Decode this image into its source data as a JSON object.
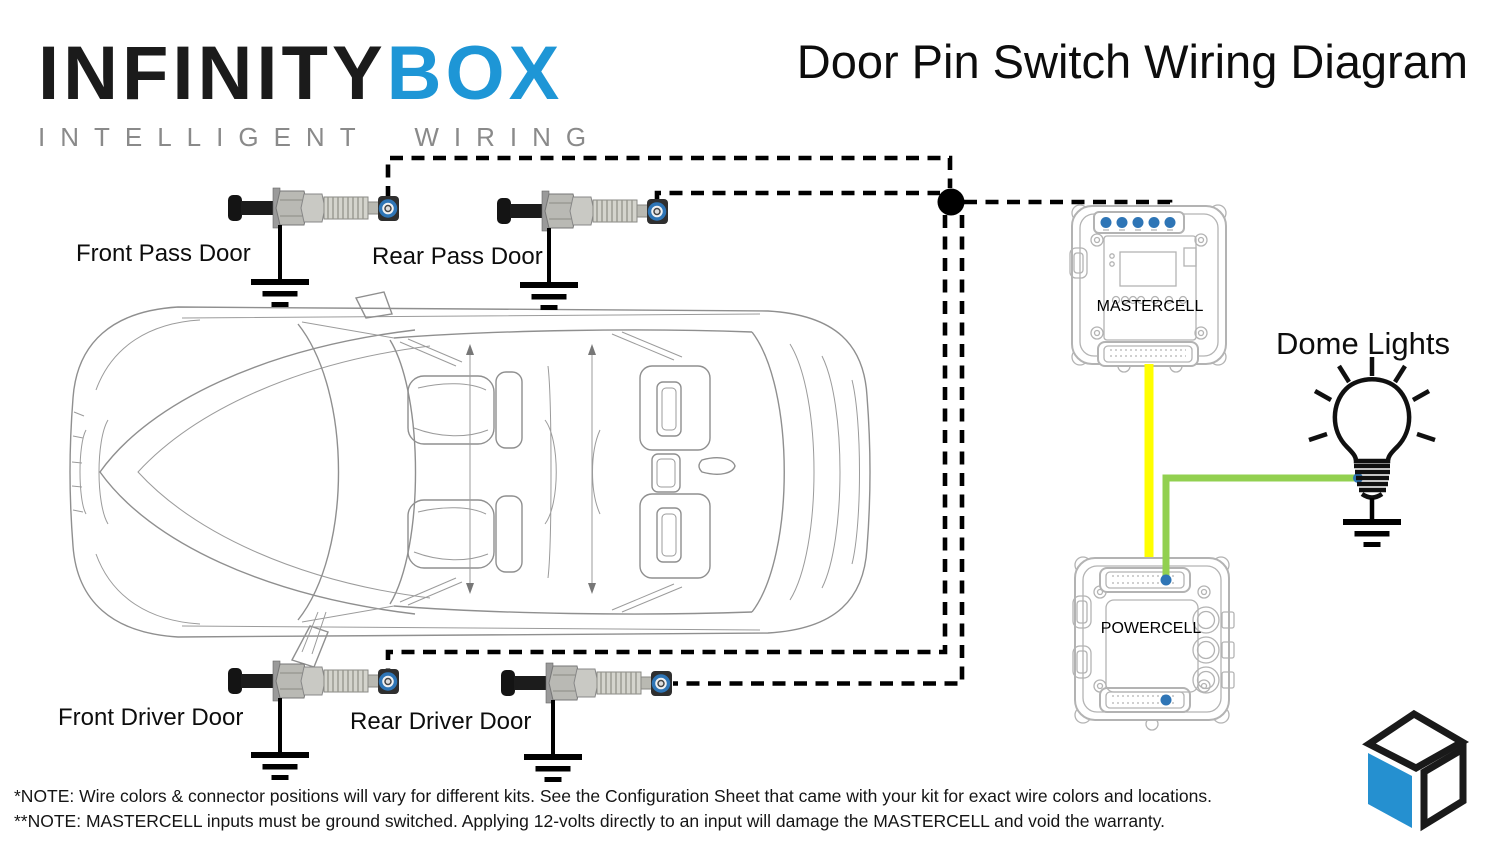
{
  "header": {
    "logo_primary": "INFINITY",
    "logo_accent": "BOX",
    "logo_tagline": "INTELLIGENT WIRING",
    "title": "Door Pin Switch Wiring Diagram"
  },
  "switches": {
    "front_pass": "Front Pass Door",
    "rear_pass": "Rear Pass Door",
    "front_driver": "Front Driver Door",
    "rear_driver": "Rear Driver Door"
  },
  "units": {
    "mastercell": "MASTERCELL",
    "powercell": "POWERCELL"
  },
  "dome_lights_label": "Dome Lights",
  "notes": [
    "*NOTE: Wire colors & connector positions will vary for different kits.  See the Configuration Sheet that came with your kit for exact wire colors and locations.",
    "**NOTE: MASTERCELL inputs must be ground switched.  Applying 12-volts directly to an input will damage the MASTERCELL and void the warranty."
  ],
  "colors": {
    "brand-blue": "#1e96d6",
    "wire-yellow": "#ffff00",
    "wire-green": "#92d050",
    "terminal-blue": "#2e75b6",
    "unit-gray": "#b3b3b3",
    "car-gray": "#8f8f8f"
  }
}
